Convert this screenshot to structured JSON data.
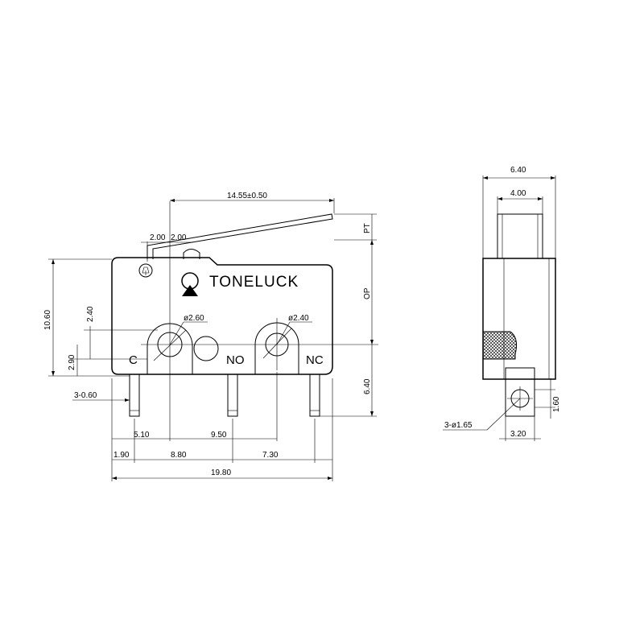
{
  "brand": {
    "name": "TONELUCK"
  },
  "terminals": {
    "c": "C",
    "no": "NO",
    "nc": "NC"
  },
  "front_view": {
    "dims": {
      "lever_length": "14.55±0.50",
      "lever_offset_a": "2.00",
      "lever_offset_b": "2.00",
      "pt": "PT",
      "op": "OP",
      "height": "10.60",
      "hole_offset": "2.40",
      "hole_height": "2.90",
      "pin_thickness": "3-0.60",
      "hole_dia_left": "ø2.60",
      "hole_dia_right": "ø2.40",
      "pin_length": "6.40",
      "span_c_hole": "5.10",
      "span_holes": "9.50",
      "edge_c": "1.90",
      "span_c_no": "8.80",
      "span_no_nc": "7.30",
      "total_width": "19.80"
    }
  },
  "side_view": {
    "dims": {
      "outer_width": "6.40",
      "inner_width": "4.00",
      "pin_hole": "3-ø1.65",
      "pin_width": "3.20",
      "pin_hole_offset": "1.60"
    }
  }
}
